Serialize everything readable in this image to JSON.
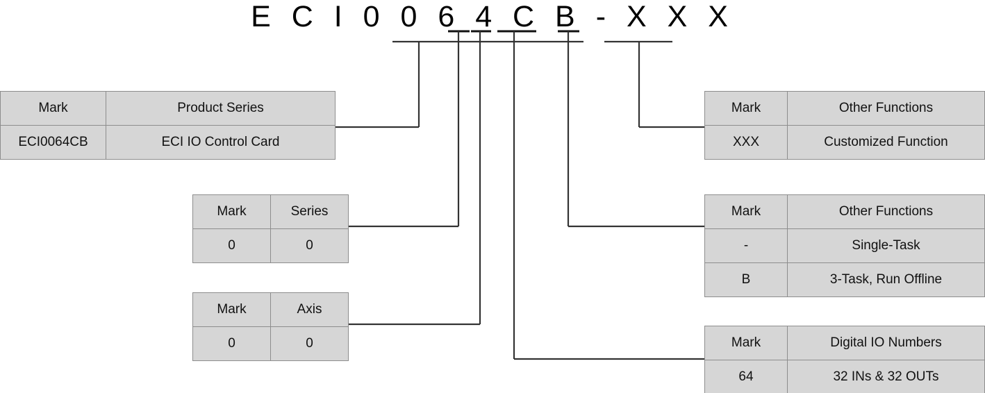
{
  "model_number": "E C I 0 0 6 4 C B - X X X",
  "colors": {
    "cell_fill": "#d6d6d6",
    "cell_border": "#8d8d8d",
    "line": "#333333",
    "text": "#111111"
  },
  "tables": {
    "product_series": {
      "name": "Product Series",
      "headers": [
        "Mark",
        "Product Series"
      ],
      "rows": [
        [
          "ECI0064CB",
          "ECI IO Control Card"
        ]
      ]
    },
    "series": {
      "name": "Series",
      "headers": [
        "Mark",
        "Series"
      ],
      "rows": [
        [
          "0",
          "0"
        ]
      ]
    },
    "axis": {
      "name": "Axis",
      "headers": [
        "Mark",
        "Axis"
      ],
      "rows": [
        [
          "0",
          "0"
        ]
      ]
    },
    "other_functions_custom": {
      "name": "Other Functions",
      "headers": [
        "Mark",
        "Other Functions"
      ],
      "rows": [
        [
          "XXX",
          "Customized Function"
        ]
      ]
    },
    "other_functions_task": {
      "name": "Other Functions",
      "headers": [
        "Mark",
        "Other Functions"
      ],
      "rows": [
        [
          "-",
          "Single-Task"
        ],
        [
          "B",
          "3-Task, Run Offline"
        ]
      ]
    },
    "digital_io": {
      "name": "Digital IO Numbers",
      "headers": [
        "Mark",
        "Digital IO Numbers"
      ],
      "rows": [
        [
          "64",
          "32 INs &  32 OUTs"
        ]
      ]
    }
  }
}
